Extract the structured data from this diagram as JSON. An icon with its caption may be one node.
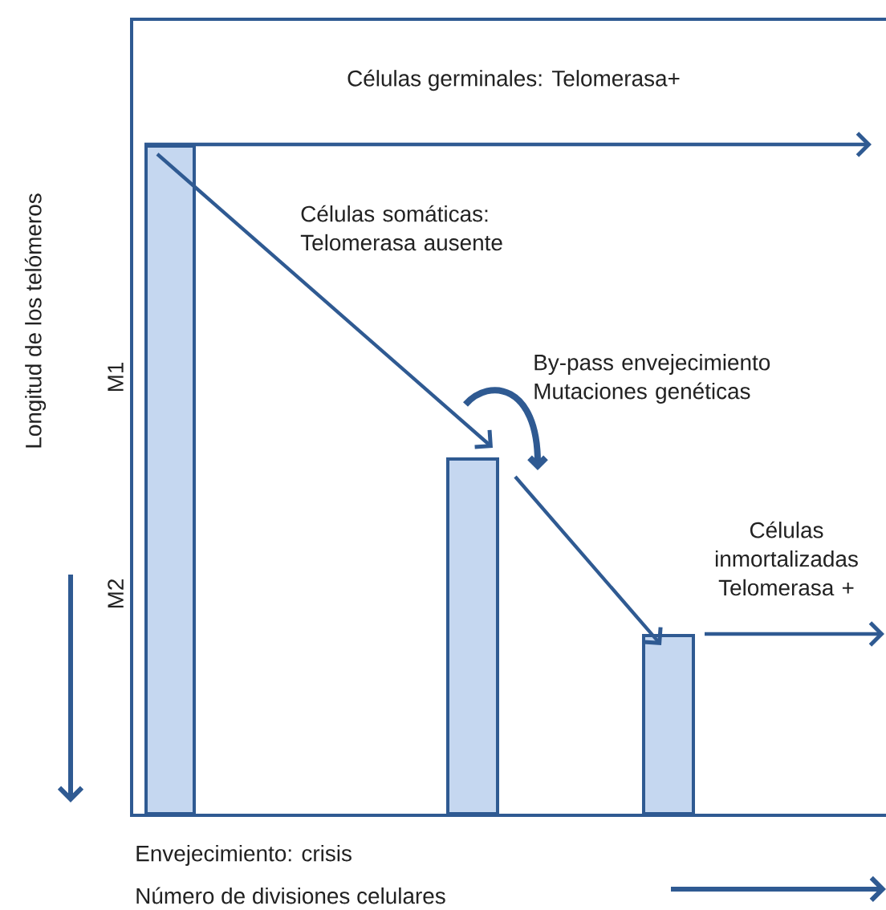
{
  "diagram": {
    "nodes": [
      {
        "text": [],
        "shape": "bar"
      },
      {
        "text": [],
        "shape": "bar"
      },
      {
        "text": [],
        "shape": "bar"
      }
    ],
    "edges": [
      {
        "from": 0,
        "to": null,
        "arrow": "to"
      },
      {
        "from": 0,
        "to": 1,
        "arrow": "to"
      },
      {
        "from": 1,
        "to": 2,
        "arrow": "to"
      },
      {
        "from": 2,
        "to": null,
        "arrow": "to"
      }
    ],
    "labels": [
      "Células germinales: Telomerasa+",
      "Longitud de los telómeros",
      "Células somáticas: Telomerasa ausente",
      "M1",
      "By-pass envejecimiento Mutaciones genéticas",
      "Células inmortalizadas Telomerasa +",
      "M2",
      "Envejecimiento: crisis",
      "Número de divisiones celulares"
    ]
  }
}
